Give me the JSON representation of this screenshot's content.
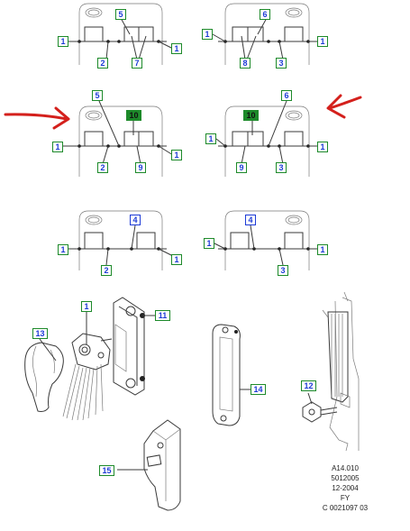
{
  "colors": {
    "label_border_green": "#1d8a2a",
    "label_text_blue": "#1d3bd6",
    "label_fill_highlight": "#1d8a2a",
    "arrow_red": "#d4201c",
    "line": "#3a3a3a"
  },
  "labels": {
    "p1": {
      "left_1": "1",
      "item_5": "5",
      "right_1": "1",
      "item_2": "2",
      "item_7": "7"
    },
    "p2": {
      "left_1": "1",
      "item_6": "6",
      "right_1": "1",
      "item_8": "8",
      "item_3": "3"
    },
    "p3": {
      "item_5": "5",
      "item_10": "10",
      "left_1": "1",
      "right_1": "1",
      "item_2": "2",
      "item_9": "9"
    },
    "p4": {
      "item_6": "6",
      "item_10": "10",
      "left_1": "1",
      "right_1": "1",
      "item_9": "9",
      "item_3": "3"
    },
    "p5": {
      "item_4": "4",
      "left_1": "1",
      "right_1": "1",
      "item_2": "2"
    },
    "p6": {
      "item_4": "4",
      "left_1": "1",
      "right_1": "1",
      "item_3": "3"
    },
    "parts": {
      "item_1": "1",
      "item_11": "11",
      "item_13": "13",
      "item_14": "14",
      "item_12": "12",
      "item_15": "15"
    }
  },
  "footer": {
    "line1": "A14.010",
    "line2": "5012005",
    "line3": "12-2004",
    "line4": "FY",
    "line5": "C 0021097 03"
  }
}
